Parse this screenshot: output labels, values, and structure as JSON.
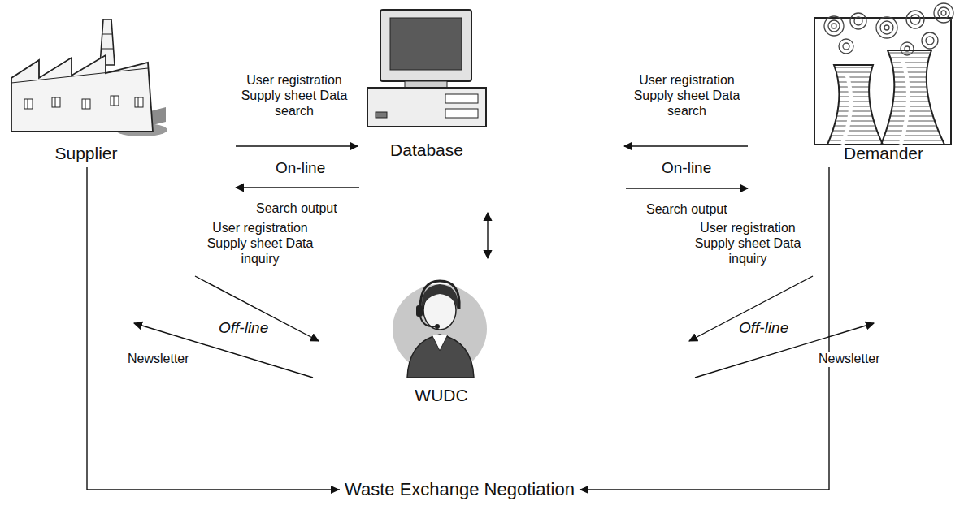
{
  "diagram": {
    "nodes": [
      {
        "text": [
          "Supplier"
        ]
      },
      {
        "text": [
          "Database"
        ]
      },
      {
        "text": [
          "Demander"
        ]
      },
      {
        "text": [
          "WUDC"
        ]
      }
    ],
    "edges": [
      {
        "from": 0,
        "to": 1,
        "arrow": "to",
        "label": "User registration Supply sheet Data search"
      },
      {
        "from": 1,
        "to": 0,
        "arrow": "to",
        "label": "Search output"
      },
      {
        "from": 2,
        "to": 1,
        "arrow": "to",
        "label": "User registration Supply sheet Data search"
      },
      {
        "from": 1,
        "to": 2,
        "arrow": "to",
        "label": "Search output"
      },
      {
        "from": 1,
        "to": 3,
        "arrow": "both"
      },
      {
        "from": 0,
        "to": 3,
        "arrow": "to",
        "label": "User registration Supply sheet Data inquiry"
      },
      {
        "from": 3,
        "to": 0,
        "arrow": "to",
        "label": "Newsletter"
      },
      {
        "from": 2,
        "to": 3,
        "arrow": "to",
        "label": "User registration Supply sheet Data inquiry"
      },
      {
        "from": 3,
        "to": 2,
        "arrow": "to",
        "label": "Newsletter"
      },
      {
        "from": 0,
        "to": 2,
        "arrow": "none",
        "label": "Waste Exchange Negotiation"
      }
    ],
    "labels": [
      "On-line",
      "On-line",
      "Off-line",
      "Off-line"
    ]
  }
}
